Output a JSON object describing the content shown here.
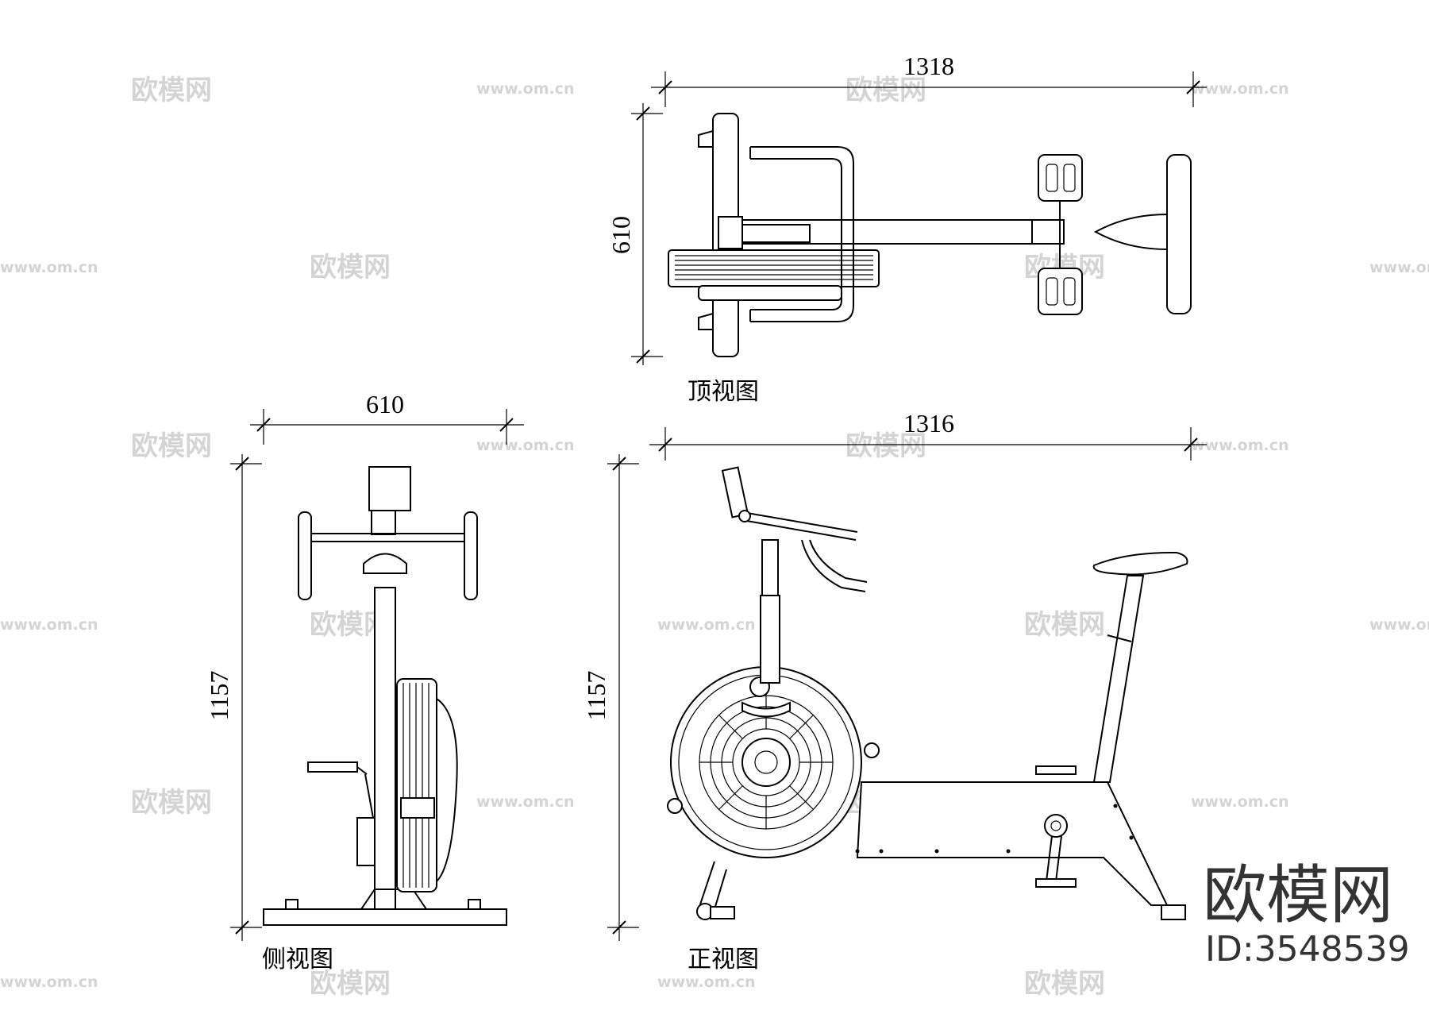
{
  "dimensions": {
    "top_width": "1318",
    "top_depth": "610",
    "side_width": "610",
    "side_height": "1157",
    "front_width": "1316",
    "front_height": "1157"
  },
  "views": {
    "top": "顶视图",
    "side": "侧视图",
    "front": "正视图"
  },
  "watermark": {
    "text": "欧模网",
    "url": "www.om.cn"
  },
  "brand": {
    "name": "欧模网",
    "id": "ID:3548539"
  }
}
